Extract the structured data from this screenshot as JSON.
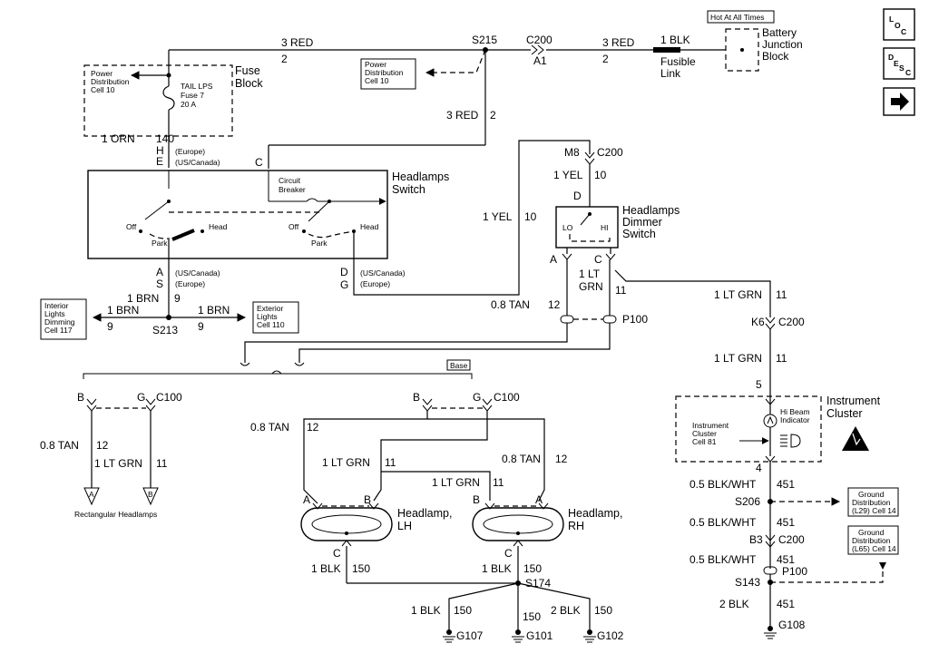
{
  "nav": {
    "loc": "LOC",
    "desc": "DESC"
  },
  "labels": {
    "hot_at_all_times": "Hot At All Times",
    "battery_junction_block": [
      "Battery",
      "Junction",
      "Block"
    ],
    "fusible_link": [
      "Fusible",
      "Link"
    ],
    "fuse_block": [
      "Fuse",
      "Block"
    ],
    "power_dist_fuse": [
      "Power",
      "Distribution",
      "Cell 10"
    ],
    "power_dist_mid": [
      "Power",
      "Distribution",
      "Cell 10"
    ],
    "fuse": [
      "TAIL LPS",
      "Fuse 7",
      "20 A"
    ],
    "headlamps_switch": [
      "Headlamps",
      "Switch"
    ],
    "circuit_breaker": [
      "Circuit",
      "Breaker"
    ],
    "off": "Off",
    "head": "Head",
    "park": "Park",
    "dimmer": [
      "Headlamps",
      "Dimmer",
      "Switch"
    ],
    "lo": "LO",
    "hi": "HI",
    "interior": [
      "Interior",
      "Lights",
      "Dimming",
      "Cell 117"
    ],
    "exterior": [
      "Exterior",
      "Lights",
      "Cell 110"
    ],
    "base": "Base",
    "rect_headlamps": "Rectangular Headlamps",
    "headlamp_lh": [
      "Headlamp,",
      "LH"
    ],
    "headlamp_rh": [
      "Headlamp,",
      "RH"
    ],
    "instrument_cluster": [
      "Instrument",
      "Cluster"
    ],
    "hi_beam": [
      "Hi Beam",
      "Indicator"
    ],
    "ic_cell": [
      "Instrument",
      "Cluster",
      "Cell 81"
    ],
    "gd_l29": [
      "Ground",
      "Distribution",
      "(L29) Cell 14"
    ],
    "gd_l65": [
      "Ground",
      "Distribution",
      "(L65) Cell 14"
    ],
    "europe": "(Europe)",
    "us_canada": "(US/Canada)"
  },
  "wires": {
    "red3": "3 RED",
    "n2": "2",
    "blk1": "1 BLK",
    "orn1": "1 ORN",
    "n140": "140",
    "yel1": "1 YEL",
    "n10": "10",
    "brn1": "1 BRN",
    "n9": "9",
    "tan08": "0.8 TAN",
    "n12": "12",
    "ltgrn1": "1 LT GRN",
    "ltgrn1_stack": [
      "1 LT",
      "GRN"
    ],
    "n11": "11",
    "n150": "150",
    "blk2": "2 BLK",
    "blkwht": "0.5 BLK/WHT",
    "n451": "451",
    "blk2_451": "2 BLK"
  },
  "connectors": {
    "S215": "S215",
    "C200": "C200",
    "A1": "A1",
    "M8": "M8",
    "K6": "K6",
    "B3": "B3",
    "P100": "P100",
    "C100": "C100",
    "S213": "S213",
    "S174": "S174",
    "S206": "S206",
    "S143": "S143",
    "G107": "G107",
    "G101": "G101",
    "G102": "G102",
    "G108": "G108",
    "A": "A",
    "B": "B",
    "C": "C",
    "D": "D",
    "E": "E",
    "G": "G",
    "H": "H",
    "S": "S",
    "n4": "4",
    "n5": "5"
  }
}
